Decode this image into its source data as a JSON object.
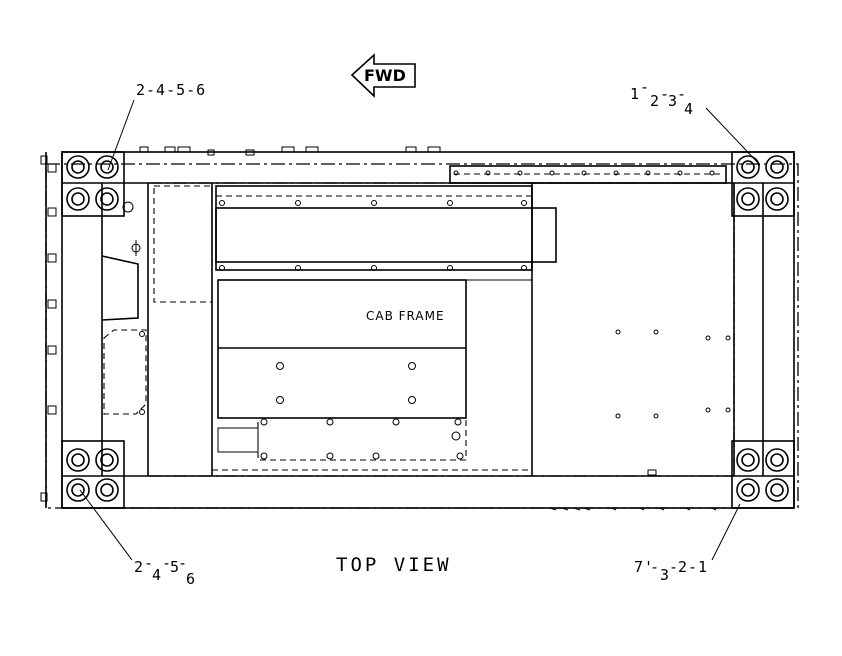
{
  "view_title": "TOP VIEW",
  "direction_label": "FWD",
  "component_label": "CAB FRAME",
  "callouts": {
    "top_left": "2-4-5-6",
    "top_right_parts": [
      "1",
      "2",
      "3",
      "4"
    ],
    "bottom_left_parts": [
      "2",
      "4",
      "5",
      "6"
    ],
    "bottom_right_parts": [
      "7'",
      "3",
      "2",
      "1"
    ]
  },
  "colors": {
    "ink": "#000000",
    "paper": "#ffffff"
  }
}
